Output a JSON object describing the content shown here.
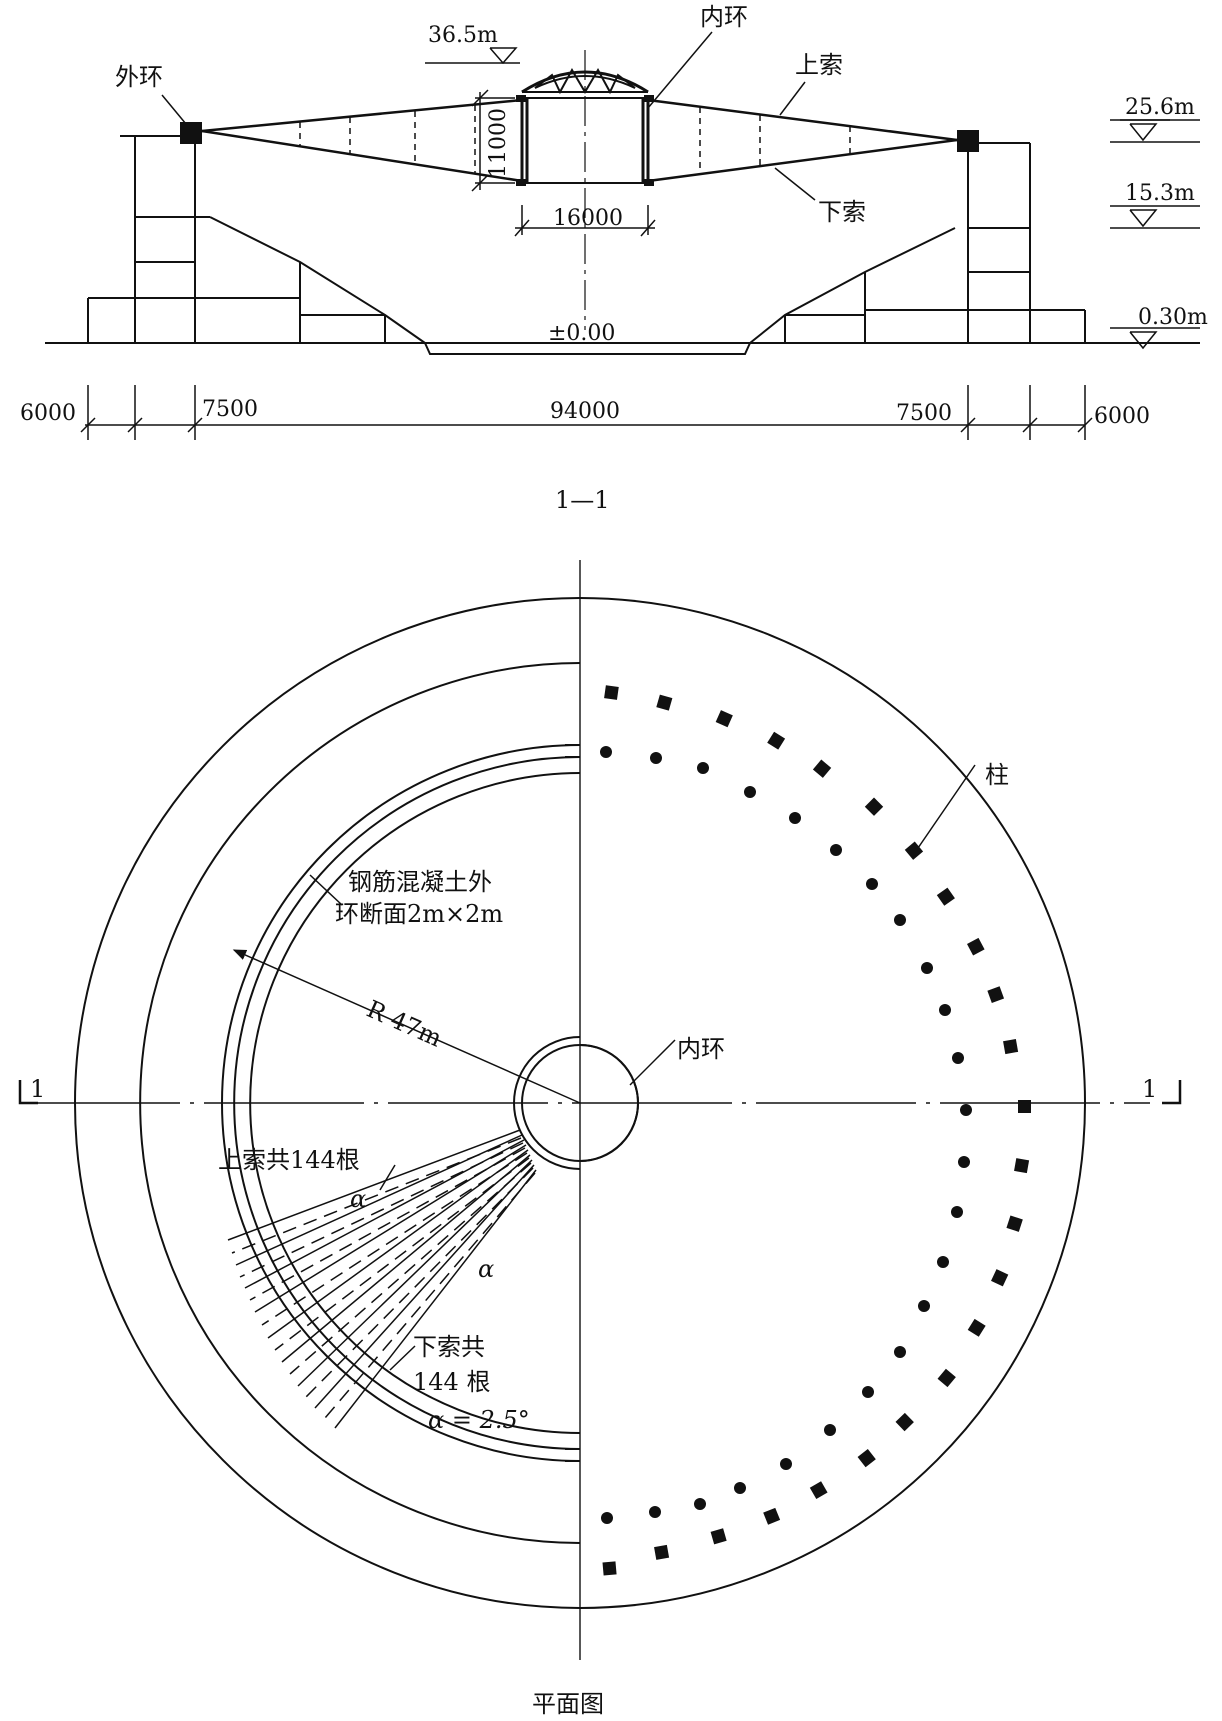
{
  "section": {
    "title": "1—1",
    "labels": {
      "outer_ring": "外环",
      "inner_ring": "内环",
      "upper_cable": "上索",
      "lower_cable": "下索"
    },
    "elevations": {
      "top": "36.5m",
      "roof": "25.6m",
      "mid": "15.3m",
      "ground": "0.30m",
      "floor": "±0.00"
    },
    "dimensions": {
      "inner_height": "11000",
      "inner_width": "16000",
      "left_outer": "6000",
      "left_inner": "7500",
      "span": "94000",
      "right_inner": "7500",
      "right_outer": "6000"
    }
  },
  "plan": {
    "title": "平面图",
    "labels": {
      "column": "柱",
      "ring_section_line1": "钢筋混凝土外",
      "ring_section_line2": "环断面2m×2m",
      "radius": "R 47m",
      "inner_ring": "内环",
      "cut_left": "1",
      "cut_right": "1",
      "upper_cables": "上索共144根",
      "alpha_upper": "α",
      "alpha_lower": "α",
      "lower_cables_line1": "下索共",
      "lower_cables_line2": "144 根",
      "alpha_value": "α = 2.5°"
    }
  }
}
